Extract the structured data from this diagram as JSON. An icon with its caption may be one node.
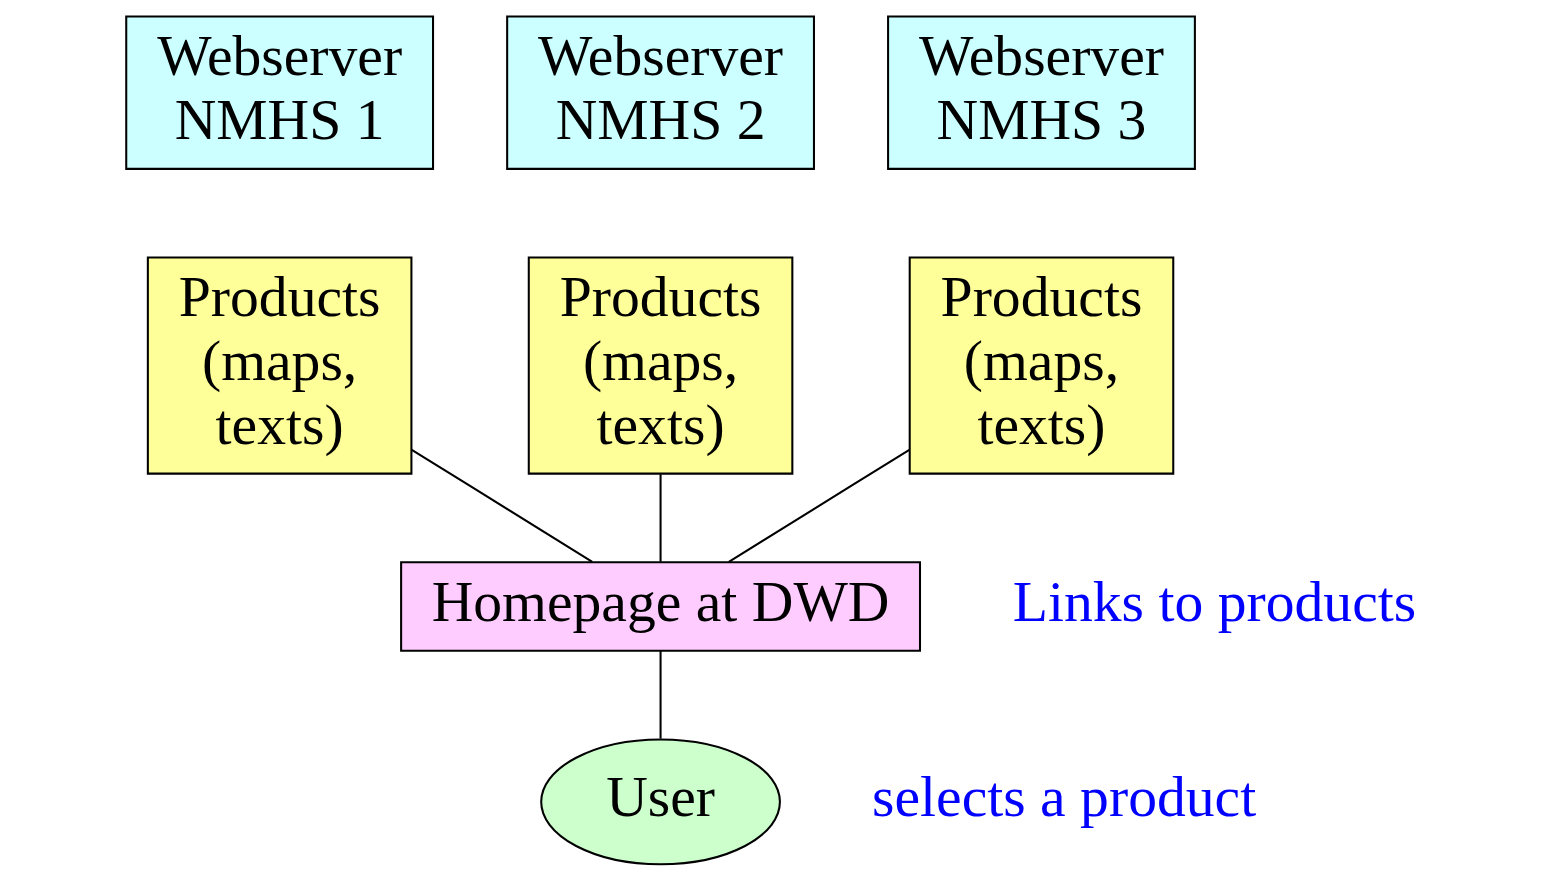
{
  "diagram": {
    "nodes": [
      {
        "text": [
          "Webserver NMHS 1"
        ]
      },
      {
        "text": [
          "Products (maps, texts)"
        ]
      },
      {
        "text": [
          "Webserver NMHS 2"
        ]
      },
      {
        "text": [
          "Products (maps, texts)"
        ]
      },
      {
        "text": [
          "Webserver NMHS 3"
        ]
      },
      {
        "text": [
          "Products (maps, texts)"
        ]
      },
      {
        "text": [
          "Homepage at DWD"
        ]
      },
      {
        "text": [
          "User"
        ]
      }
    ],
    "edges": [
      {
        "from": 1,
        "to": 6,
        "arrow": "none"
      },
      {
        "from": 3,
        "to": 6,
        "arrow": "none"
      },
      {
        "from": 5,
        "to": 6,
        "arrow": "none"
      },
      {
        "from": 6,
        "to": 7,
        "arrow": "none"
      }
    ],
    "labels": [
      "Links to products",
      "selects a product"
    ]
  }
}
